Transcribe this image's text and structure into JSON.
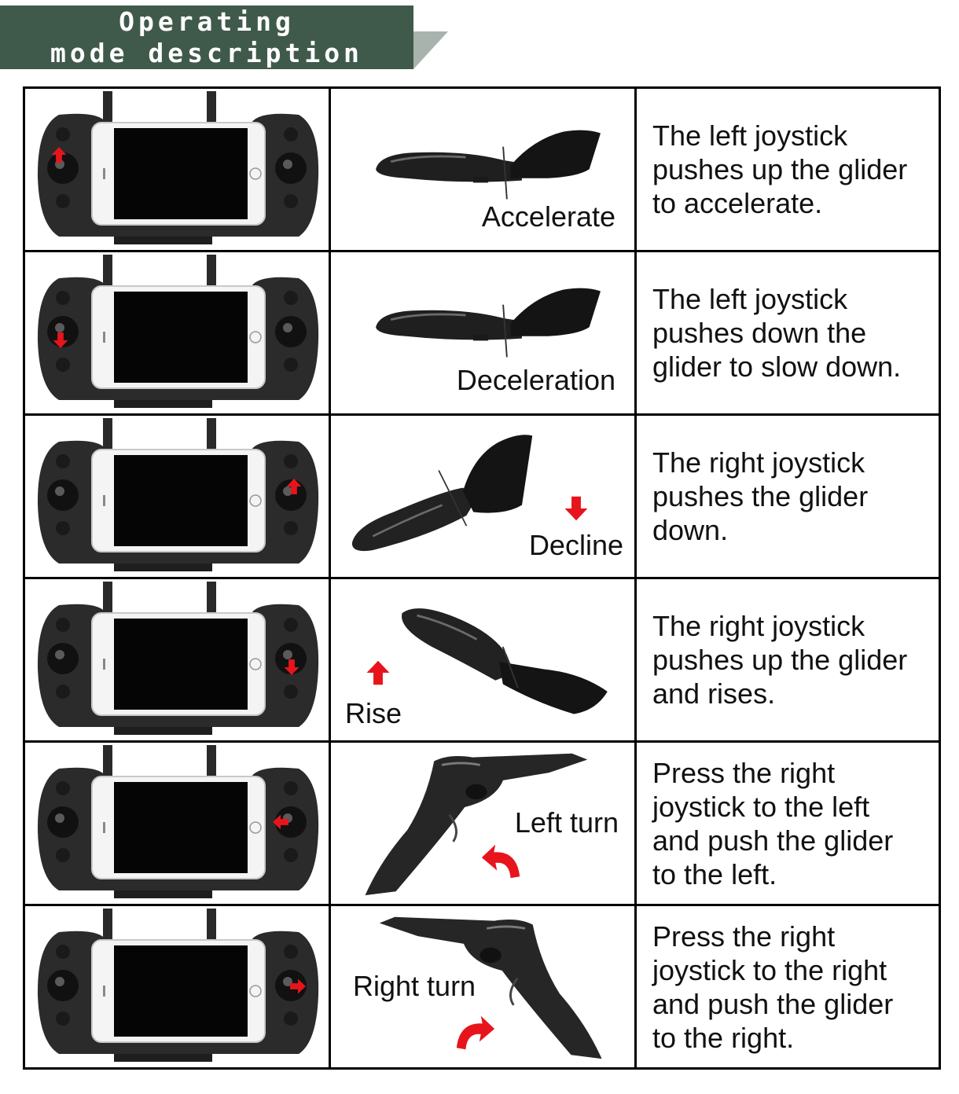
{
  "header": {
    "title_line1": "Operating",
    "title_line2": "mode description"
  },
  "colors": {
    "banner": "#3f5a4b",
    "banner_tail": "#a8b3ad",
    "arrow": "#e8141c",
    "device": "#2a2a2a",
    "glider": "#1c1c1c"
  },
  "rows": [
    {
      "mode": "Accelerate",
      "description": [
        "The left joystick",
        "pushes up the glider",
        "to accelerate."
      ],
      "stick_icon": "up-arrow-icon",
      "glider_icon": "glider-side-icon"
    },
    {
      "mode": "Deceleration",
      "description": [
        "The left joystick",
        "pushes down the",
        "glider to slow down."
      ],
      "stick_icon": "down-arrow-icon",
      "glider_icon": "glider-side-icon"
    },
    {
      "mode": "Decline",
      "description": [
        "The right joystick",
        "pushes the glider",
        "down."
      ],
      "stick_icon": "up-arrow-icon",
      "glider_icon": "glider-nose-down-icon"
    },
    {
      "mode": "Rise",
      "description": [
        "The right joystick",
        "pushes up the glider",
        "and rises."
      ],
      "stick_icon": "down-arrow-icon",
      "glider_icon": "glider-nose-up-icon"
    },
    {
      "mode": "Left turn",
      "description": [
        "Press the right",
        "joystick to the left",
        "and push the glider",
        "to the left."
      ],
      "stick_icon": "left-arrow-icon",
      "glider_icon": "glider-top-icon"
    },
    {
      "mode": "Right turn",
      "description": [
        "Press the right",
        "joystick to the right",
        "and push the glider",
        "to the right."
      ],
      "stick_icon": "right-arrow-icon",
      "glider_icon": "glider-top-icon"
    }
  ]
}
